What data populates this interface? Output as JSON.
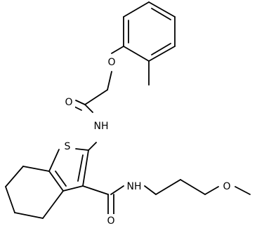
{
  "molecule": {
    "atom_labels": {
      "O_ether": "O",
      "O_acyl": "O",
      "N_amide1": "NH",
      "S_ring": "S",
      "N_amide2": "NH",
      "O_amide2": "O",
      "O_methoxy": "O"
    },
    "colors": {
      "bond": "#000000",
      "label": "#000000",
      "background": "#ffffff"
    }
  }
}
